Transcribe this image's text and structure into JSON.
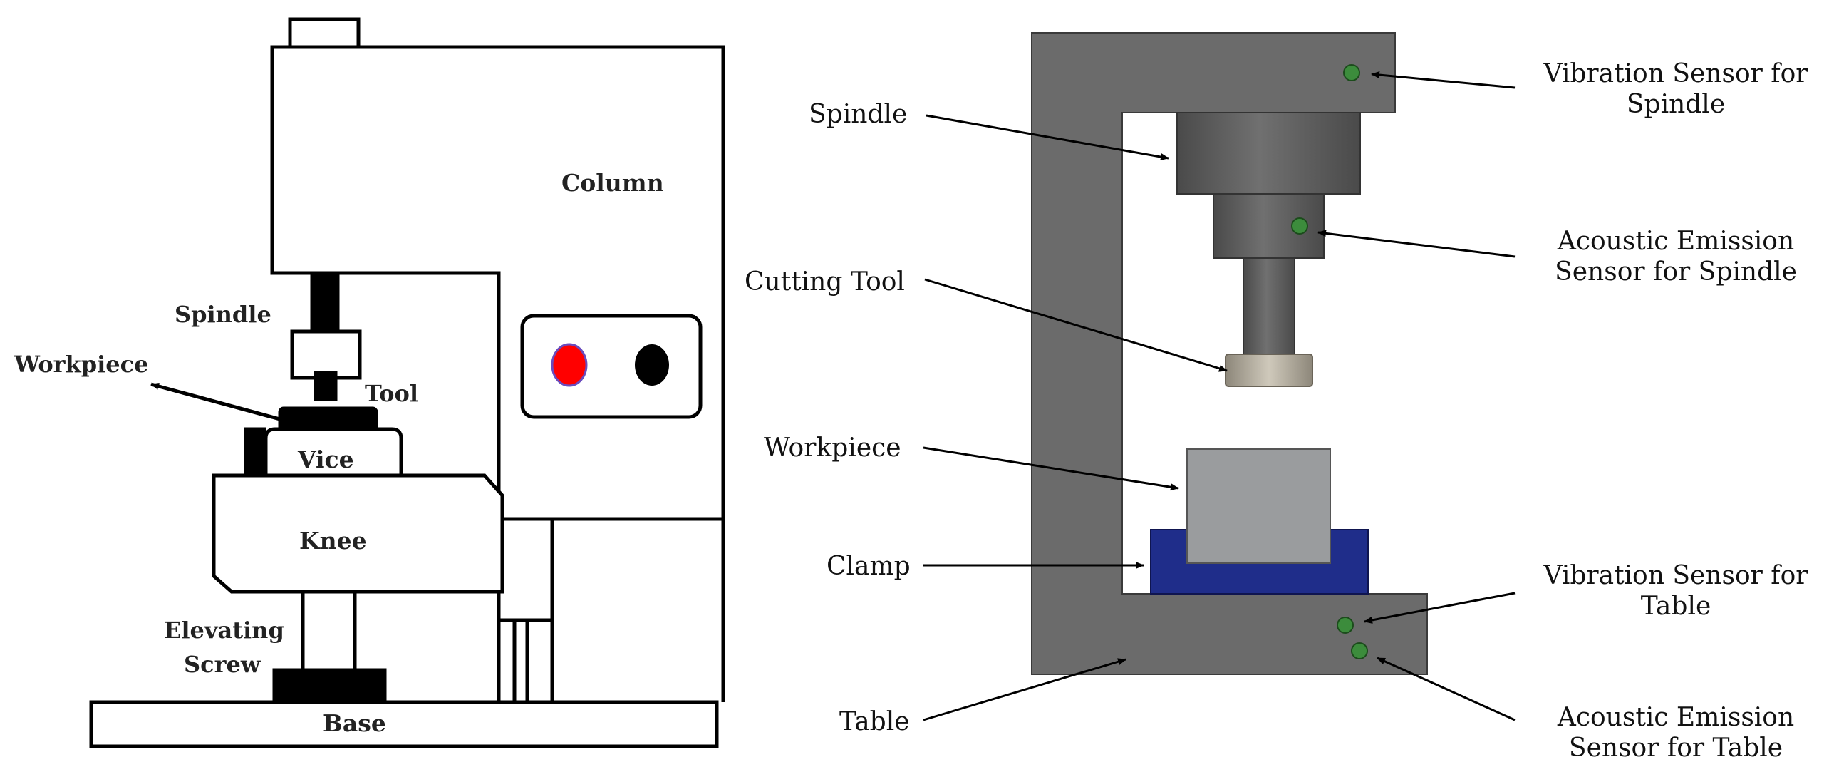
{
  "left_diagram": {
    "labels": {
      "column": "Column",
      "spindle": "Spindle",
      "workpiece": "Workpiece",
      "tool": "Tool",
      "vice": "Vice",
      "knee": "Knee",
      "elevating_line1": "Elevating",
      "elevating_line2": "Screw",
      "base": "Base"
    },
    "colors": {
      "outline": "#000000",
      "indicator_left": "#ff0000",
      "indicator_right": "#000000"
    }
  },
  "right_diagram": {
    "labels": {
      "spindle": "Spindle",
      "cutting_tool": "Cutting Tool",
      "workpiece": "Workpiece",
      "clamp": "Clamp",
      "table": "Table",
      "vib_spindle_line1": "Vibration Sensor for",
      "vib_spindle_line2": "Spindle",
      "ae_spindle_line1": "Acoustic Emission",
      "ae_spindle_line2": "Sensor for Spindle",
      "vib_table_line1": "Vibration Sensor for",
      "vib_table_line2": "Table",
      "ae_table_line1": "Acoustic Emission",
      "ae_table_line2": "Sensor for Table"
    },
    "colors": {
      "frame": "#6b6b6b",
      "spindle": "#5a5a5a",
      "workpiece": "#9a9c9e",
      "clamp": "#1f2d8a",
      "sensor": "#3c8c3c",
      "tool": "#b6b0a2"
    }
  }
}
